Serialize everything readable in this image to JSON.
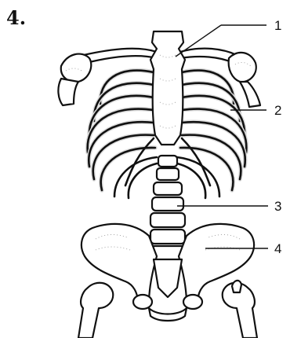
{
  "question_number": "4.",
  "labels": [
    "1",
    "2",
    "3",
    "4"
  ],
  "icons": {
    "figure": "skeleton-torso-illustration"
  }
}
